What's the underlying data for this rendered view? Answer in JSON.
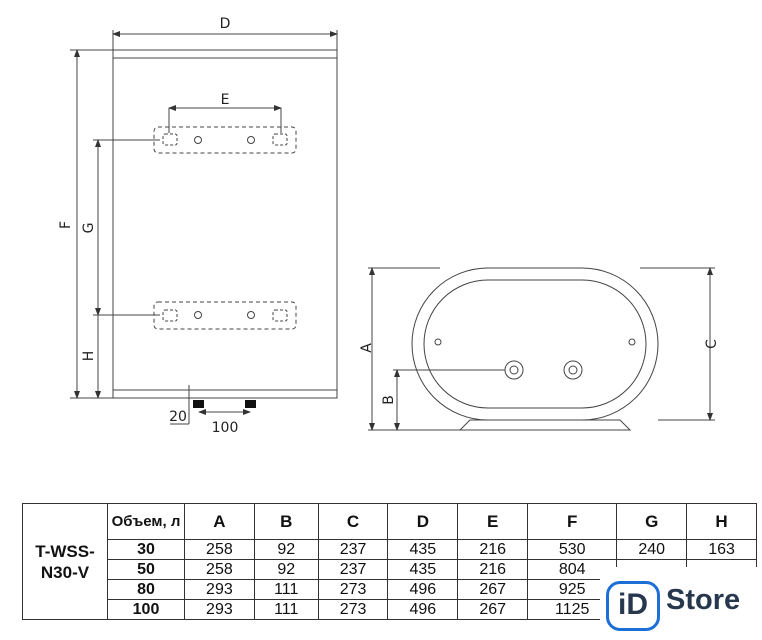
{
  "drawing": {
    "front_labels": {
      "D": "D",
      "E": "E",
      "F": "F",
      "G": "G",
      "H": "H",
      "offset": "20",
      "pipe_spacing": "100"
    },
    "side_labels": {
      "A": "A",
      "B": "B",
      "C": "C"
    }
  },
  "table": {
    "model": "T-WSS-N30-V",
    "headers": [
      "Объем, л",
      "A",
      "B",
      "C",
      "D",
      "E",
      "F",
      "G",
      "H"
    ],
    "rows": [
      [
        "30",
        "258",
        "92",
        "237",
        "435",
        "216",
        "530",
        "240",
        "163"
      ],
      [
        "50",
        "258",
        "92",
        "237",
        "435",
        "216",
        "804",
        "",
        ""
      ],
      [
        "80",
        "293",
        "111",
        "273",
        "496",
        "267",
        "925",
        "",
        ""
      ],
      [
        "100",
        "293",
        "111",
        "273",
        "496",
        "267",
        "1125",
        "",
        ""
      ]
    ]
  },
  "logo": {
    "mark": "iD",
    "name": "Store",
    "color": "#1c6fd6"
  }
}
